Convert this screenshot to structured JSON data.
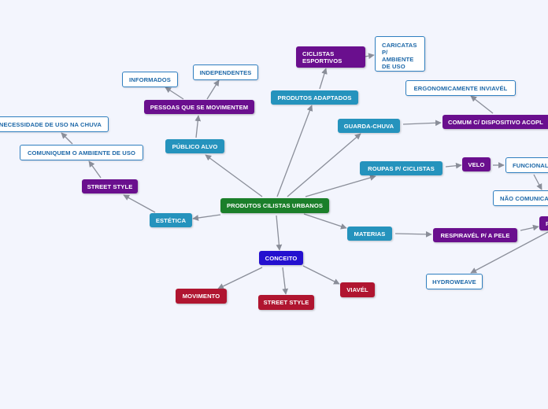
{
  "colors": {
    "background": "#f3f5fd",
    "root": "#1b7f2a",
    "teal": "#2593bd",
    "purple": "#6a0f8e",
    "blue": "#2410cf",
    "red": "#b01530",
    "white_text": "#1d68a8",
    "connector": "#8a8e99"
  },
  "nodes": {
    "root": "PRODUTOS CILISTAS URBANOS",
    "publico_alvo": "PÚBLICO ALVO",
    "pessoas": "PESSOAS QUE SE MOVIMENTEM",
    "informados": "INFORMADOS",
    "independentes": "INDEPENDENTES",
    "produtos_adaptados": "PRODUTOS ADAPTADOS",
    "ciclistas_esportivos": "CICLISTAS ESPORTIVOS",
    "caricatas": "CARICATAS P/ AMBIENTE DE USO",
    "guarda_chuva": "GUARDA-CHUVA",
    "comum_dispositivo": "COMUM C/ DISPOSITIVO ACOPL",
    "ergonomicamente": "ERGONOMICAMENTE INVIAVÉL",
    "roupas": "ROUPAS P/ CICLISTAS",
    "velo": "VELO",
    "funcional": "FUNCIONAL",
    "nao_comunica": "NÃO COMUNICA",
    "materias": "MATERIAS",
    "respiravel": "RESPIRAVÉL P/ A PELE",
    "p_cut": "P",
    "hydroweave": "HYDROWEAVE",
    "estetica": "ESTÉTICA",
    "street_style_left": "STREET STYLE",
    "comuniquem": "COMUNIQUEM O AMBIENTE DE USO",
    "necessidade": "NECESSIDADE DE USO NA CHUVA",
    "conceito": "CONCEITO",
    "movimento": "MOVIMENTO",
    "street_style_bottom": "STREET STYLE",
    "viavel": "VIAVÉL"
  }
}
